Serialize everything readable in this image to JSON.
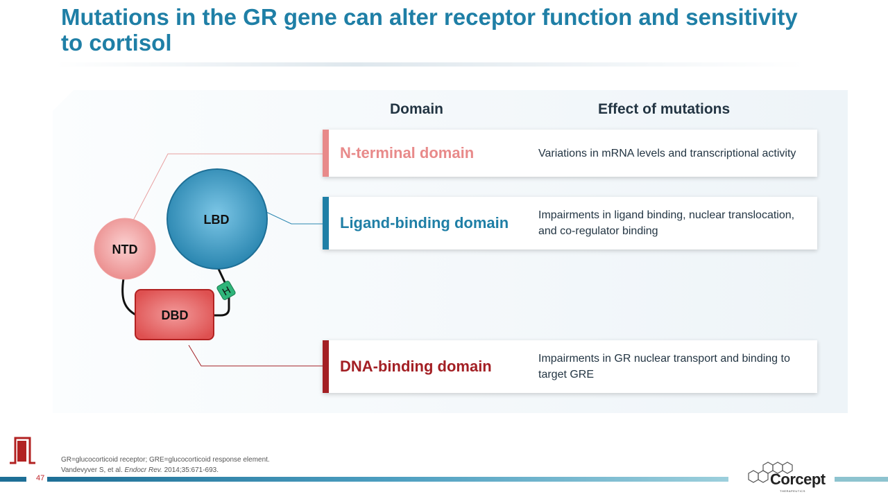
{
  "title": "Mutations in the GR gene can alter receptor function and sensitivity to cortisol",
  "table": {
    "headers": {
      "domain": "Domain",
      "effect": "Effect of mutations"
    },
    "rows": [
      {
        "domain": "N-terminal domain",
        "effect": "Variations in mRNA levels and transcriptional activity",
        "color": "#e88a8a"
      },
      {
        "domain": "Ligand-binding domain",
        "effect": "Impairments in ligand binding, nuclear translocation, and co-regulator binding",
        "color": "#1f7fa6"
      },
      {
        "domain": "DNA-binding domain",
        "effect": "Impairments in GR nuclear transport and binding to target GRE",
        "color": "#a31f24"
      }
    ]
  },
  "diagram": {
    "ntd": "NTD",
    "lbd": "LBD",
    "dbd": "DBD",
    "hinge": "H"
  },
  "footnote": {
    "line1": "GR=glucocorticoid receptor; GRE=glucocorticoid response element.",
    "line2_prefix": "Vandevyver S, et al. ",
    "line2_journal": "Endocr Rev.",
    "line2_suffix": " 2014;35:671-693."
  },
  "page_number": "47",
  "logo": {
    "name": "Corcept",
    "sub": "THERAPEUTICS"
  },
  "icons": [
    "exit-door-icon"
  ]
}
